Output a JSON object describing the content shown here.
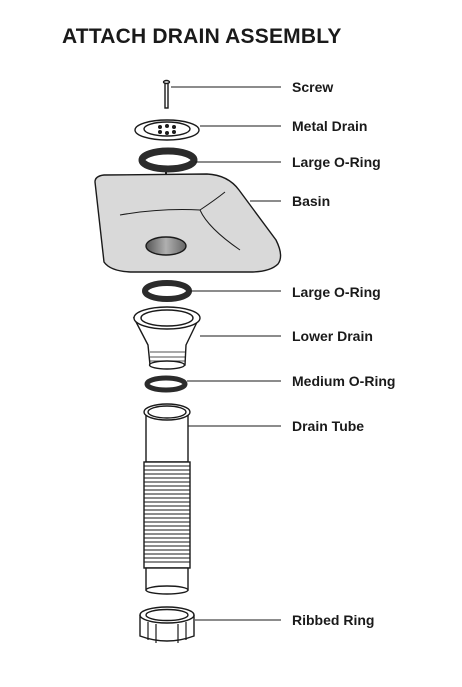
{
  "title": "ATTACH DRAIN ASSEMBLY",
  "labels": {
    "screw": "Screw",
    "metal_drain": "Metal Drain",
    "large_o_ring_top": "Large O-Ring",
    "basin": "Basin",
    "large_o_ring_bottom": "Large O-Ring",
    "lower_drain": "Lower Drain",
    "medium_o_ring": "Medium O-Ring",
    "drain_tube": "Drain Tube",
    "ribbed_ring": "Ribbed Ring"
  },
  "colors": {
    "line": "#1a1a1a",
    "basin_fill": "#d9d9d9",
    "hole_fill": "#8a8a8a",
    "ring_fill": "#2b2b2b"
  }
}
